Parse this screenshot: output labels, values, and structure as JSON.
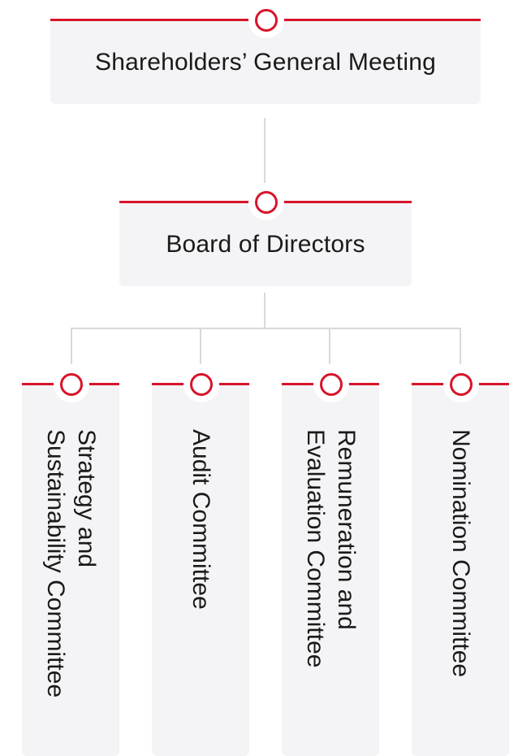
{
  "nodes": {
    "shareholders": "Shareholders’ General Meeting",
    "board": "Board of Directors",
    "committees": [
      "Strategy and\nSustainability Committee",
      "Audit Committee",
      "Remuneration and\nEvaluation Committee",
      "Nomination Committee"
    ]
  },
  "colors": {
    "accent": "#d7142a",
    "box_fill": "#f4f4f6",
    "connector": "#d9d9d9"
  }
}
